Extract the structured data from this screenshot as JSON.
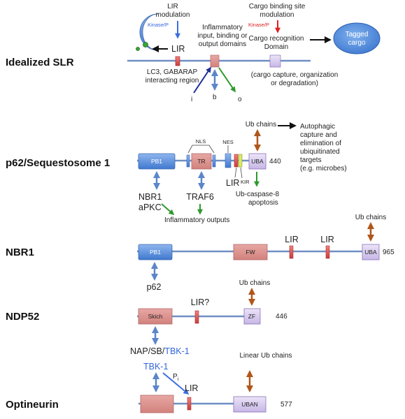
{
  "rows": {
    "idealized": "Idealized SLR",
    "p62": "p62/Sequestosome 1",
    "nbr1": "NBR1",
    "ndp52": "NDP52",
    "optineurin": "Optineurin"
  },
  "idealized": {
    "lir_modulation_1": "LIR",
    "lir_modulation_2": "modulation",
    "kinase_p_left": "Kinase/P",
    "lir": "LIR",
    "lc3_region_1": "LC3, GABARAP",
    "lc3_region_2": "interacting region",
    "inflam_1": "Inflammatory",
    "inflam_2": "input, binding or",
    "inflam_3": "output domains",
    "cargo_site_1": "Cargo binding site",
    "cargo_site_2": "modulation",
    "kinase_p_right": "Kinase/P",
    "cargo_recog_1": "Cargo recognition",
    "cargo_recog_2": "Domain",
    "cargo_capture_1": "(cargo capture, organization",
    "cargo_capture_2": "or degradation)",
    "tagged_1": "Tagged",
    "tagged_2": "cargo",
    "arrow_i": "i",
    "arrow_b": "b",
    "arrow_o": "o"
  },
  "p62": {
    "pb1": "PB1",
    "tr": "TR",
    "nls": "NLS",
    "nes": "NES",
    "uba": "UBA",
    "length": "440",
    "lir": "LIR",
    "kir": "KIR",
    "ub_chains": "Ub chains",
    "autophagic_1": "Autophagic",
    "autophagic_2": "capture and",
    "autophagic_3": "elimination of",
    "autophagic_4": "ubiquitinated",
    "autophagic_5": "targets",
    "autophagic_6": "(e.g. microbes)",
    "caspase_1": "Ub-caspase-8",
    "caspase_2": "apoptosis",
    "nbr1": "NBR1",
    "apkc": "aPKC",
    "traf6": "TRAF6",
    "inflammatory_outputs": "Inflammatory outputs"
  },
  "nbr1": {
    "pb1": "PB1",
    "fw": "FW",
    "lir1": "LIR",
    "lir2": "LIR",
    "uba": "UBA",
    "length": "965",
    "ub_chains": "Ub chains",
    "p62": "p62"
  },
  "ndp52": {
    "skich": "Skich",
    "lir": "LIR?",
    "zf": "ZF",
    "length": "446",
    "ub_chains": "Ub chains",
    "partners": "NAP/SB/",
    "tbk1": "TBK-1"
  },
  "optineurin": {
    "tbk1": "TBK-1",
    "pi": "P",
    "pi_sub": "i",
    "lir": "LIR",
    "uban": "UBAN",
    "length": "577",
    "linear_ub": "Linear Ub chains"
  }
}
